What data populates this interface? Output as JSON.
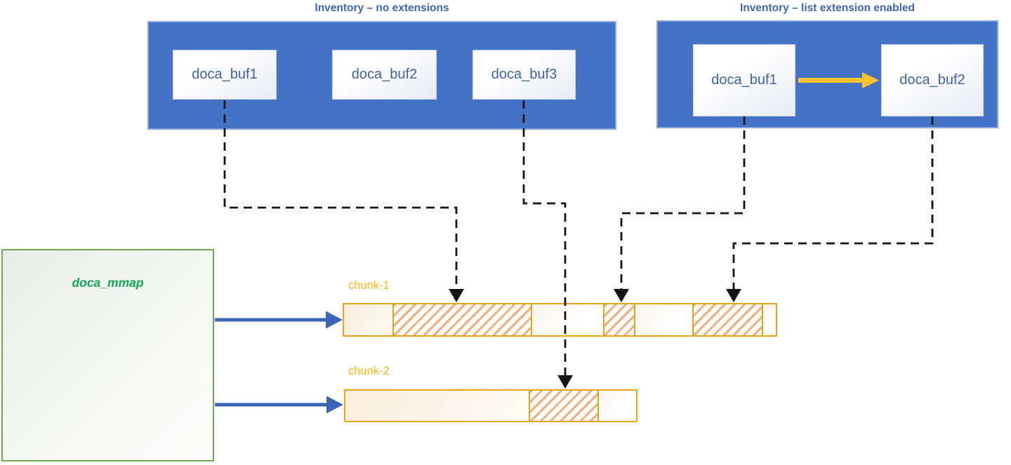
{
  "diagram": {
    "inventories": [
      {
        "title": "Inventory – no extensions",
        "buffers": [
          {
            "label": "doca_buf1"
          },
          {
            "label": "doca_buf2"
          },
          {
            "label": "doca_buf3"
          }
        ]
      },
      {
        "title": "Inventory – list extension enabled",
        "buffers": [
          {
            "label": "doca_buf1"
          },
          {
            "label": "doca_buf2"
          }
        ],
        "list_link": {
          "from": "doca_buf1",
          "to": "doca_buf2",
          "style": "solid-yellow-arrow"
        }
      }
    ],
    "mmap": {
      "label": "doca_mmap"
    },
    "chunks": [
      {
        "label": "chunk-1",
        "segments": [
          "cream",
          "hatched",
          "plain",
          "hatched",
          "plain",
          "hatched",
          "plain"
        ]
      },
      {
        "label": "chunk-2",
        "segments": [
          "cream",
          "hatched",
          "plain"
        ]
      }
    ],
    "connectors": [
      {
        "from": "inventory-1 doca_buf1",
        "to": "chunk-1 hatched-segment-1",
        "style": "dashed-black-arrow"
      },
      {
        "from": "inventory-1 doca_buf3",
        "to": "chunk-2 hatched-segment",
        "style": "dashed-black-arrow"
      },
      {
        "from": "inventory-2 doca_buf1",
        "to": "chunk-1 hatched-segment-2",
        "style": "dashed-black-arrow"
      },
      {
        "from": "inventory-2 doca_buf2",
        "to": "chunk-1 hatched-segment-3",
        "style": "dashed-black-arrow"
      },
      {
        "from": "doca_mmap",
        "to": "chunk-1",
        "style": "solid-blue-arrow"
      },
      {
        "from": "doca_mmap",
        "to": "chunk-2",
        "style": "solid-blue-arrow"
      }
    ],
    "colors": {
      "inventory_fill": "#4472C4",
      "title_text": "#3F66B8",
      "buffer_text": "#3D63AD",
      "chunk_border": "#E8A412",
      "chunk_label": "#FDB713",
      "hatch_stripe": "#F1AE7C",
      "mmap_border": "#70AD47",
      "mmap_text": "#0EA750",
      "blue_arrow": "#3D65B5",
      "yellow_arrow": "#FEC22D",
      "dashed_connector": "#151515"
    }
  }
}
